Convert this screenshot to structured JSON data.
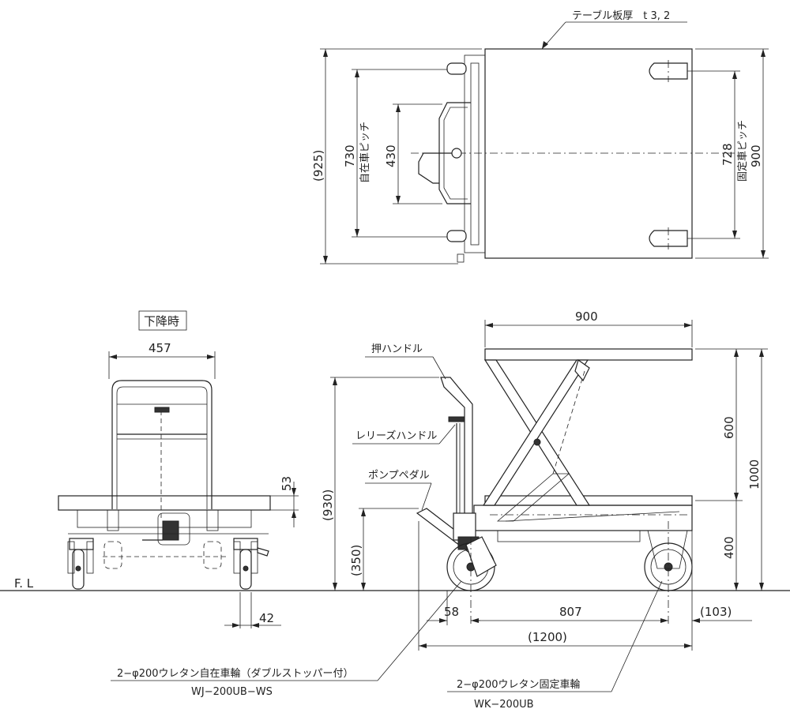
{
  "top_view": {
    "table_thickness": "テーブル板厚　t 3, 2",
    "overall_width": "(925)",
    "caster_pitch_value": "730",
    "caster_pitch_label": "自在車ピッチ",
    "handle_width": "430",
    "fixed_pitch_value": "728",
    "fixed_pitch_label": "固定車ピッチ",
    "table_width": "900"
  },
  "front_view": {
    "state": "下降時",
    "handle_width": "457",
    "table_thickness": "53",
    "wheel_width": "42",
    "floor_label": "F. L"
  },
  "side_view": {
    "push_handle": "押ハンドル",
    "release_handle": "レリーズハンドル",
    "pump_pedal": "ポンプペダル",
    "table_length": "900",
    "lift_stroke": "600",
    "overall_height": "1000",
    "lowered_height": "400",
    "handle_height": "(930)",
    "pedal_height": "(350)",
    "dim_58": "58",
    "wheelbase": "807",
    "rear_overhang": "(103)",
    "overall_length": "(1200)"
  },
  "notes": {
    "caster_desc": "2−φ200ウレタン自在車輪（ダブルストッパー付）",
    "caster_model": "WJ−200UB−WS",
    "fixed_desc": "2−φ200ウレタン固定車輪",
    "fixed_model": "WK−200UB"
  }
}
